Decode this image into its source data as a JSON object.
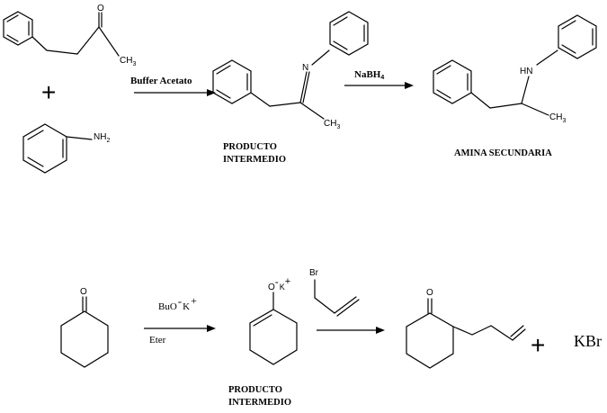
{
  "scheme1": {
    "ketone": {
      "o": "O",
      "ch3": "CH",
      "ch3_sub": "3"
    },
    "plus": "+",
    "aniline": {
      "nh2": "NH",
      "nh2_sub": "2"
    },
    "reagent1": "Buffer Acetato",
    "imine": {
      "n": "N",
      "ch3": "CH",
      "ch3_sub": "3"
    },
    "caption1_line1": "PRODUCTO",
    "caption1_line2": "INTERMEDIO",
    "reagent2": "NaBH",
    "reagent2_sub": "4",
    "amine": {
      "hn": "HN",
      "ch3": "CH",
      "ch3_sub": "3"
    },
    "caption2": "AMINA SECUNDARIA"
  },
  "scheme2": {
    "ketone": {
      "o": "O"
    },
    "reagent_top": "BuO",
    "reagent_minus": "-",
    "reagent_k": "K",
    "reagent_plus": "+",
    "reagent_bottom": "Eter",
    "enolate": {
      "o": "O",
      "minus": "-",
      "k": "K",
      "plus": "+"
    },
    "caption_line1": "PRODUCTO",
    "caption_line2": "INTERMEDIO",
    "allyl_bromide": {
      "br": "Br"
    },
    "product": {
      "o": "O"
    },
    "plus": "+",
    "salt": "KBr"
  }
}
